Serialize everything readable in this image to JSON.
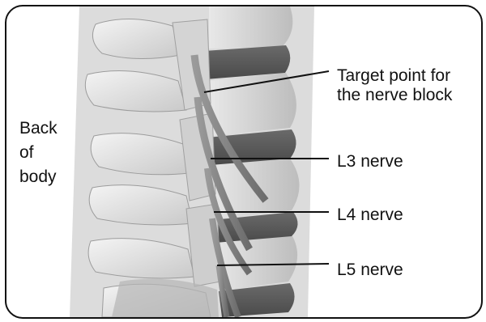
{
  "side_label": {
    "lines": [
      "Back",
      "of",
      "body"
    ]
  },
  "callouts": {
    "target": {
      "lines": [
        "Target point for",
        "the nerve block"
      ]
    },
    "l3": {
      "text": "L3 nerve"
    },
    "l4": {
      "text": "L4 nerve"
    },
    "l5": {
      "text": "L5 nerve"
    }
  }
}
